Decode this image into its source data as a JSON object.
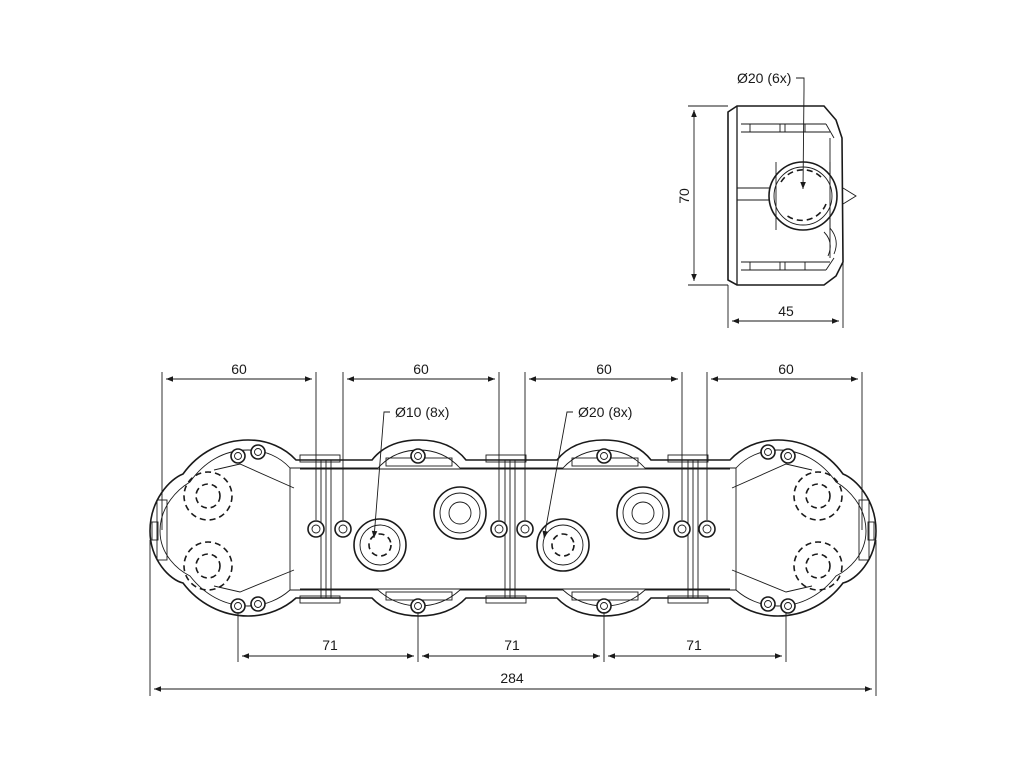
{
  "front_view": {
    "dim_module_width": [
      "60",
      "60",
      "60",
      "60"
    ],
    "dim_pitch": [
      "71",
      "71",
      "71"
    ],
    "dim_total_length": "284",
    "callout_small_knockout": "Ø10 (8x)",
    "callout_large_knockout": "Ø20 (8x)"
  },
  "side_view": {
    "dim_height": "70",
    "dim_depth": "45",
    "callout_knockout": "Ø20 (6x)"
  }
}
